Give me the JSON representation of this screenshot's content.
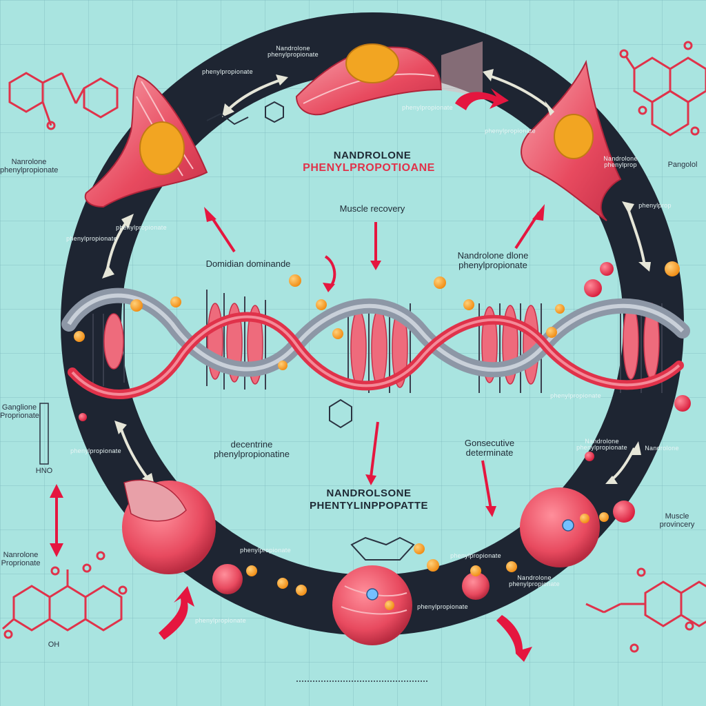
{
  "title_top": {
    "line1": "NANDROLONE",
    "line2": "PHENYLPROPOTIOANE"
  },
  "title_bottom": {
    "line1": "NANDROLSONE",
    "line2": "PHENTYLINPPOPATTE"
  },
  "center_labels": {
    "muscle_recovery": "Muscle recovery",
    "nandrolone_phenylpropionate": "Nandrolone dlone\nphenylpropionate",
    "dominant_dominance": "Domidian dominande",
    "nandrolone_phenylpropionate_2": "decentrine\nphenylpropionatine",
    "consecutive_determinate": "Gonsecutive\ndeterminate"
  },
  "outer_labels": {
    "left_top": "Nanrolone\nphenylpropionate",
    "left_mid": "Ganglione\nProprionate",
    "left_bottom": "Nanrolone\nProprionate",
    "left_bottom_oh": "OH",
    "left_box": "HNO",
    "right_top": "Pangolol",
    "right_bottom": "Muscle\nprovincery"
  },
  "ring_labels": {
    "top_1": "Nandrolone\nphenylpropionate",
    "top_2": "phenylpropionate",
    "top_3": "phenylpropionate",
    "top_4": "phenylpropionate",
    "top_right_1": "Nandrolone\nphenylprop",
    "top_right_2": "phenylprop",
    "left_1": "phenylpropionate",
    "left_2": "phenylpropionate",
    "left_3": "phenylpropionate",
    "right_1": "Nandrolone\nphenylpropionate",
    "right_2": "Nandrolone",
    "right_3": "phenylpropionate",
    "bottom_1": "phenylpropionate",
    "bottom_2": "phenylpropionate",
    "bottom_3": "phenylpropionate",
    "bottom_4": "phenylpropionate",
    "bottom_5": "Nandrolone\nphenylpropionate"
  },
  "colors": {
    "background": "#a9e4e0",
    "ring": "#1e2532",
    "muscle_red": "#e84a5f",
    "muscle_pink": "#f27b8a",
    "accent_red": "#e5163f",
    "nucleus_orange": "#f4a02a",
    "dna_gray": "#8d97a6",
    "label_dark": "#1f2a35"
  },
  "icons": [
    "molecule-structure",
    "muscle-cell",
    "dna-helix",
    "curved-arrow",
    "double-arrow",
    "red-arrow",
    "sphere"
  ]
}
